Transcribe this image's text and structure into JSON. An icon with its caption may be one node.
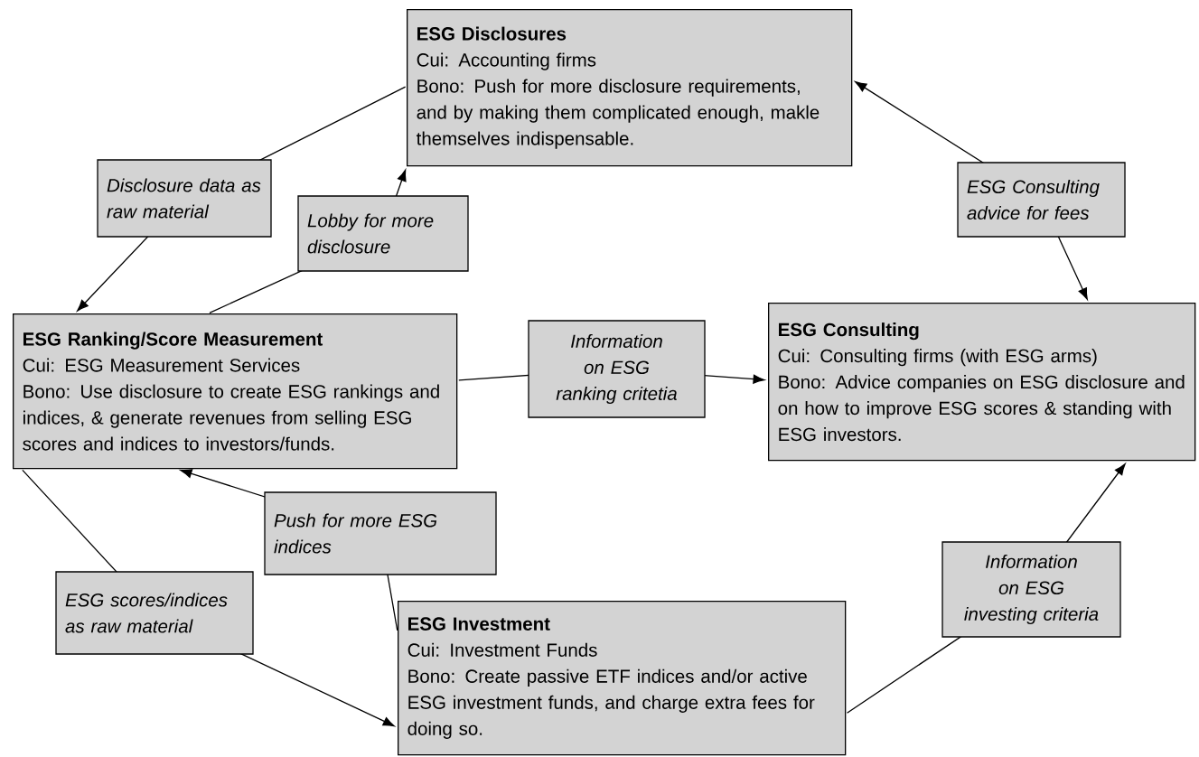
{
  "diagram": {
    "nodes": [
      {
        "text": [
          "ESG Disclosures",
          "Cui: Accounting firms",
          "Bono: Push for more disclosure requirements, and by making them complicated enough, makle themselves indispensable."
        ]
      },
      {
        "text": [
          "ESG Ranking/Score Measurement",
          "Cui: ESG Measurement Services",
          "Bono: Use disclosure to create ESG rankings and indices, & generate revenues from selling ESG scores and indices to investors/funds."
        ]
      },
      {
        "text": [
          "ESG Consulting",
          "Cui: Consulting firms (with ESG arms)",
          "Bono: Advice companies on ESG disclosure and on how to improve ESG scores & standing with ESG investors."
        ]
      },
      {
        "text": [
          "ESG Investment",
          "Cui: Investment Funds",
          "Bono: Create passive ETF indices and/or active ESG investment funds, and charge extra fees for doing so."
        ]
      }
    ],
    "edges": [
      {
        "from": 0,
        "to": 1,
        "arrow": "to",
        "label": "Disclosure data as raw material"
      },
      {
        "from": 1,
        "to": 0,
        "arrow": "to",
        "label": "Lobby for more disclosure"
      },
      {
        "from": 1,
        "to": 2,
        "arrow": "to",
        "label": "Information on ESG ranking critetia"
      },
      {
        "from": 0,
        "to": 2,
        "arrow": "both",
        "label": "ESG Consulting advice for fees"
      },
      {
        "from": 3,
        "to": 1,
        "arrow": "to",
        "label": "Push for more ESG indices"
      },
      {
        "from": 1,
        "to": 3,
        "arrow": "to",
        "label": "ESG scores/indices as raw material"
      },
      {
        "from": 3,
        "to": 2,
        "arrow": "to",
        "label": "Information on ESG investing criteria"
      }
    ]
  }
}
